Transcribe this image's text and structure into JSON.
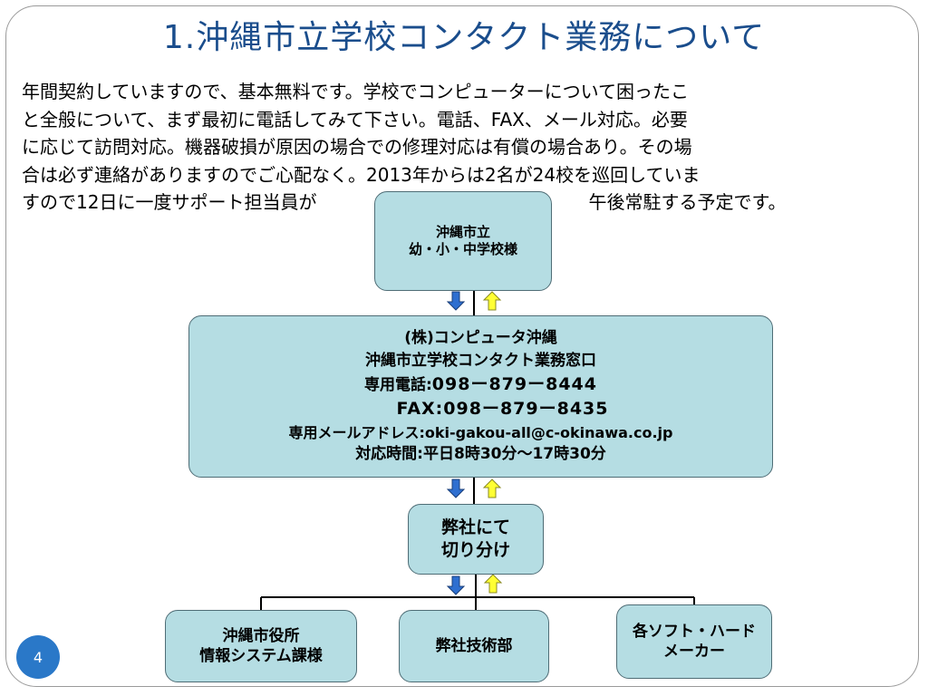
{
  "slide": {
    "title": "1.沖縄市立学校コンタクト業務について",
    "body_lines": [
      "年間契約していますので、基本無料です。学校でコンピューターについて困ったこ",
      "と全般について、まず最初に電話してみて下さい。電話、FAX、メール対応。必要",
      "に応じて訪問対応。機器破損が原因の場合での修理対応は有償の場合あり。その場",
      "合は必ず連絡がありますのでご心配なく。2013年からは2名が24校を巡回していま",
      "すので12日に一度サポート担当員が",
      "午後常駐する予定です。"
    ],
    "page_number": "4"
  },
  "diagram": {
    "school_box": [
      "沖縄市立",
      "幼・小・中学校様"
    ],
    "main_box": {
      "company": "(株)コンピュータ沖縄",
      "desk": "沖縄市立学校コンタクト業務窓口",
      "tel_label": "専用電話:",
      "tel": "098ー879ー8444",
      "fax_label": "FAX:",
      "fax": "098ー879ー8435",
      "mail_label": "専用メールアドレス:",
      "mail": "oki-gakou-all@c-okinawa.co.jp",
      "hours": "対応時間:平日8時30分〜17時30分"
    },
    "triage_box": [
      "弊社にて",
      "切り分け"
    ],
    "bottom_boxes": {
      "city": [
        "沖縄市役所",
        "情報システム課様"
      ],
      "tech": "弊社技術部",
      "maker": [
        "各ソフト・ハード",
        "メーカー"
      ]
    },
    "colors": {
      "box_fill": "#b5dde3",
      "box_border": "#4f6d76",
      "arrow_down": "#2e6fd0",
      "arrow_up": "#ffff33",
      "title": "#1a4d8c"
    }
  }
}
